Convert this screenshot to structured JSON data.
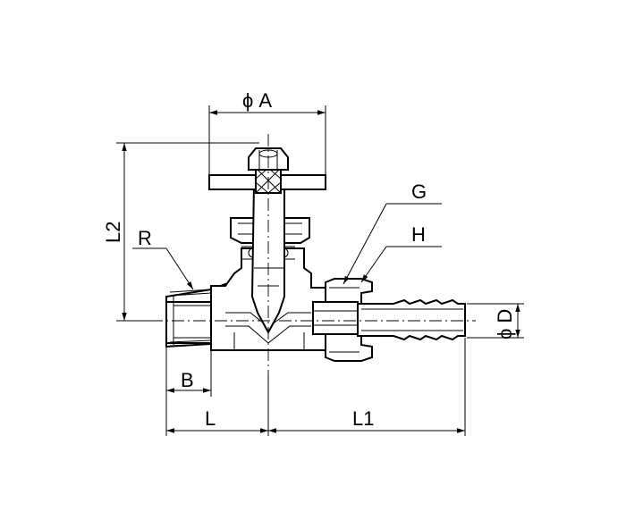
{
  "labels": {
    "phi_a": "ϕ A",
    "phi_d": "ϕ D",
    "l2": "L2",
    "r": "R",
    "g": "G",
    "h": "H",
    "b": "B",
    "l": "L",
    "l1": "L1"
  }
}
